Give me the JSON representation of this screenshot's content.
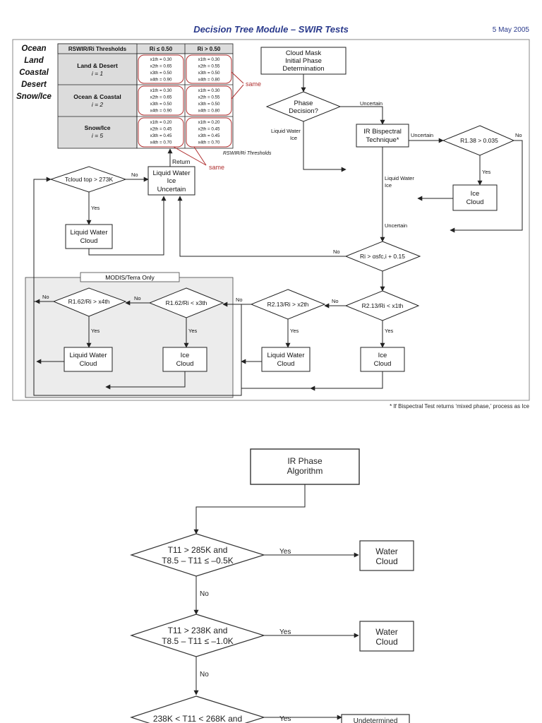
{
  "header": {
    "title": "Decision Tree Module – SWIR Tests",
    "date": "5 May 2005"
  },
  "footnote": "* If Bispectral Test returns ‘mixed phase,’ process as Ice",
  "surface_types": [
    "Ocean",
    "Land",
    "Coastal",
    "Desert",
    "Snow/Ice"
  ],
  "table": {
    "col_title": "RSWIR/Ri Thresholds",
    "col_low": "Ri ≤ 0.50",
    "col_high": "Ri > 0.50",
    "rows": [
      {
        "name": "Land & Desert",
        "index": "i = 1",
        "low": [
          "x1th = 0.30",
          "x2th = 0.65",
          "x3th = 0.50",
          "x4th = 0.90"
        ],
        "high": [
          "x1th = 0.30",
          "x2th = 0.55",
          "x3th = 0.50",
          "x4th = 0.80"
        ]
      },
      {
        "name": "Ocean & Coastal",
        "index": "i = 2",
        "low": [
          "x1th = 0.30",
          "x2th = 0.65",
          "x3th = 0.50",
          "x4th = 0.90"
        ],
        "high": [
          "x1th = 0.30",
          "x2th = 0.55",
          "x3th = 0.50",
          "x4th = 0.80"
        ]
      },
      {
        "name": "Snow/Ice",
        "index": "i = 5",
        "low": [
          "x1th = 0.20",
          "x2th = 0.45",
          "x3th = 0.45",
          "x4th = 0.70"
        ],
        "high": [
          "x1th = 0.20",
          "x2th = 0.45",
          "x3th = 0.45",
          "x4th = 0.70"
        ]
      }
    ],
    "same_label": "same",
    "caption": "RSWIR/Ri Thresholds"
  },
  "swir": {
    "cloud_mask": [
      "Cloud Mask",
      "Initial Phase",
      "Determination"
    ],
    "phase_decision": [
      "Phase",
      "Decision?"
    ],
    "ir_bispectral": [
      "IR Bispectral",
      "Technique*"
    ],
    "r138": "R1.38 > 0.035",
    "ice_cloud": [
      "Ice",
      "Cloud"
    ],
    "liq_ice_unc": [
      "Liquid Water",
      "Ice",
      "Uncertain"
    ],
    "tcloud": "Tcloud top > 273K",
    "liquid_water_cloud": [
      "Liquid Water",
      "Cloud"
    ],
    "ri_sfc": "Ri > αsfc,i + 0.15",
    "r213_x1": "R2.13/Ri < x1th",
    "r213_x2": "R2.13/Ri > x2th",
    "r162_x3": "R1.62/Ri < x3th",
    "r162_x4": "R1.62/Ri > x4th",
    "modis": "MODIS/Terra Only",
    "labels": {
      "uncertain": "Uncertain",
      "no": "No",
      "yes": "Yes",
      "return": "Return",
      "liquid_water_ice": [
        "Liquid Water",
        "Ice"
      ],
      "liquid_water_ice2": [
        "Liquid Water",
        "Ice"
      ]
    }
  },
  "ir": {
    "start": [
      "IR Phase",
      "Algorithm"
    ],
    "test1": [
      "T11 > 285K and",
      "T8.5 – T11 ≤ –0.5K"
    ],
    "test2": [
      "T11 > 238K and",
      "T8.5 – T11 ≤ –1.0K"
    ],
    "test3": "238K < T11 < 268K and",
    "water_cloud": [
      "Water",
      "Cloud"
    ],
    "undetermined": "Undetermined",
    "yes": "Yes",
    "no": "No"
  }
}
